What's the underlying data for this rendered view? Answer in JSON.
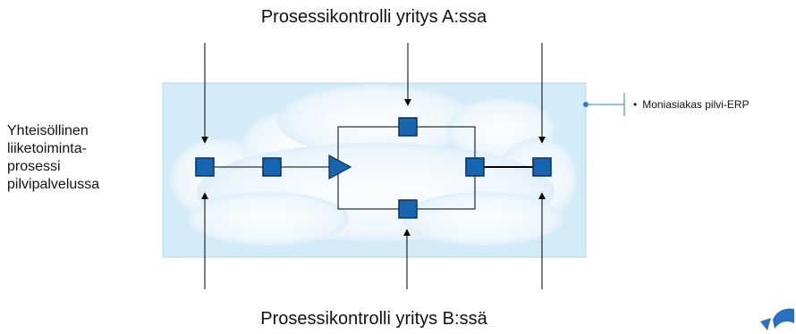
{
  "title_top": "Prosessikontrolli yritys A:ssa",
  "title_bottom": "Prosessikontrolli yritys B:ssä",
  "left_label": [
    "Yhteisöllinen",
    "liiketoiminta-",
    "prosessi",
    "pilvipalvelussa"
  ],
  "legend": {
    "bullet": "•",
    "label": "Moniasiakas pilvi-ERP"
  },
  "colors": {
    "node_fill": "#1565b0",
    "node_stroke": "#0a2f5a",
    "cloud_bg": "#d4ebf8",
    "marker_blue": "#2a7fd4",
    "logo": "#2b6fc2"
  }
}
